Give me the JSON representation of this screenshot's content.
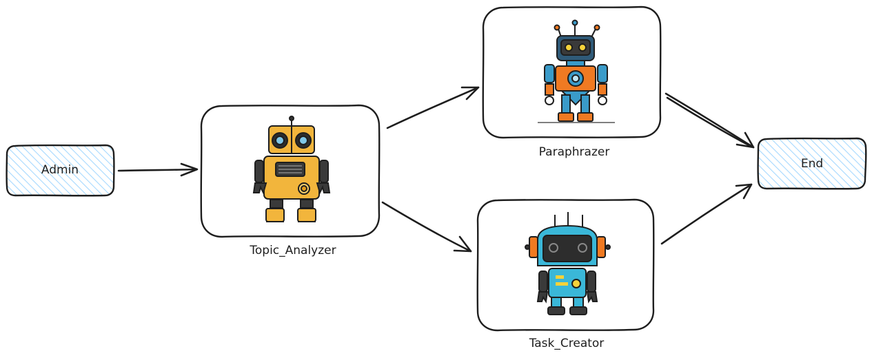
{
  "nodes": {
    "admin": {
      "label": "Admin"
    },
    "topic_analyzer": {
      "label": "Topic_Analyzer",
      "icon": "yellow-robot-icon"
    },
    "paraphrazer": {
      "label": "Paraphrazer",
      "icon": "orange-blue-robot-icon"
    },
    "task_creator": {
      "label": "Task_Creator",
      "icon": "cyan-robot-icon"
    },
    "end": {
      "label": "End"
    }
  },
  "edges": [
    {
      "from": "Admin",
      "to": "Topic_Analyzer"
    },
    {
      "from": "Topic_Analyzer",
      "to": "Paraphrazer"
    },
    {
      "from": "Topic_Analyzer",
      "to": "Task_Creator"
    },
    {
      "from": "Paraphrazer",
      "to": "End"
    },
    {
      "from": "Task_Creator",
      "to": "End"
    }
  ],
  "colors": {
    "hatch": "#a5d8ff",
    "stroke": "#1e1e1e",
    "robot_yellow": "#f2b53c",
    "robot_orange": "#f07a22",
    "robot_blue": "#3a9bc9",
    "robot_cyan": "#3ab7d8"
  }
}
